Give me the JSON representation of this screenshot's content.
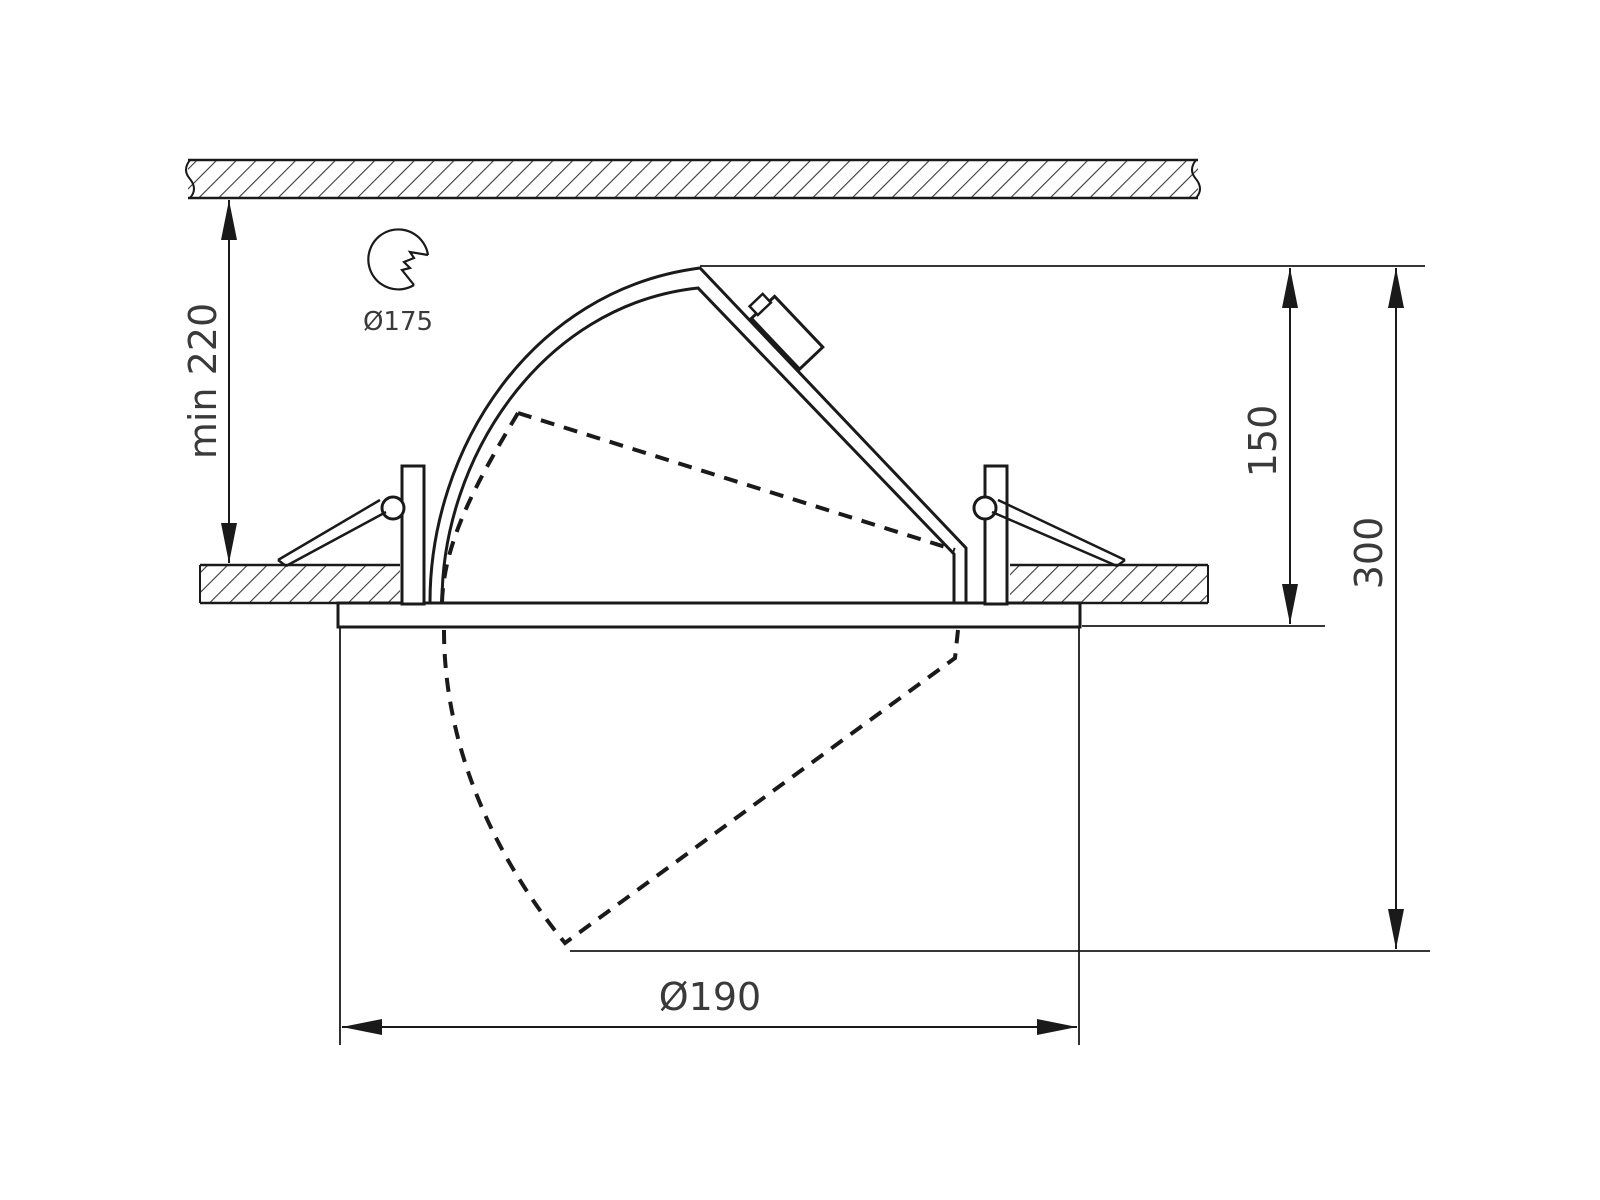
{
  "labels": {
    "min_clearance": "min 220",
    "cutout": "Ø175",
    "height_recessed": "150",
    "height_total": "300",
    "diameter": "Ø190"
  },
  "colors": {
    "line": "#1a1a1a",
    "text": "#3a3a3a",
    "hatch": "#3a3a3a",
    "background": "#ffffff"
  },
  "icons": {
    "cutout_symbol": "hole-saw-cutout-icon"
  }
}
